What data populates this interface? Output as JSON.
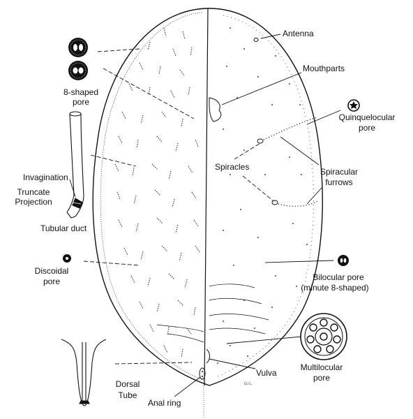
{
  "labels": {
    "antenna": "Antenna",
    "mouthparts": "Mouthparts",
    "eight_shaped_line1": "8-shaped",
    "eight_shaped_line2": "pore",
    "quinq_line1": "Quinquelocular",
    "quinq_line2": "pore",
    "spiracles": "Spiracles",
    "spiracular_line1": "Spiracular",
    "spiracular_line2": "furrows",
    "invagination": "Invagination",
    "truncate_line1": "Truncate",
    "truncate_line2": "Projection",
    "tubular_duct": "Tubular duct",
    "discoidal_line1": "Discoidal",
    "discoidal_line2": "pore",
    "bilocular_line1": "Bilocular pore",
    "bilocular_line2": "(minute 8-shaped)",
    "multilocular_line1": "Multilocular",
    "multilocular_line2": "pore",
    "vulva": "Vulva",
    "dorsal_line1": "Dorsal",
    "dorsal_line2": "Tube",
    "anal_ring": "Anal ring"
  },
  "colors": {
    "ink": "#111111",
    "paper": "#ffffff"
  },
  "icons": [
    "eight-shaped-pore-icon",
    "quinquelocular-pore-icon",
    "discoidal-pore-icon",
    "bilocular-pore-icon",
    "multilocular-pore-icon",
    "tubular-duct-icon",
    "dorsal-tube-icon"
  ]
}
